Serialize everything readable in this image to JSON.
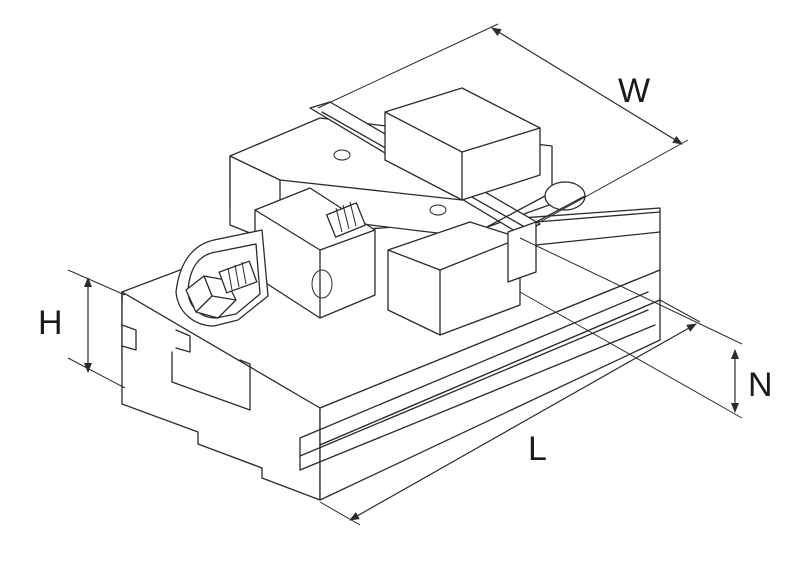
{
  "labels": {
    "width": "W",
    "height": "H",
    "length": "L",
    "jaw_depth": "N"
  },
  "colors": {
    "line": "#2b2b2b",
    "background": "#ffffff"
  }
}
